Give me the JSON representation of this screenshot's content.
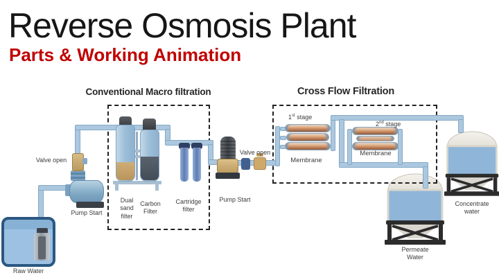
{
  "title": "Reverse Osmosis Plant",
  "subtitle": "Parts & Working Animation",
  "palette": {
    "accent_red": "#C00000",
    "pipe_blue": "#abc8e0",
    "water_blue": "#8fb6d8",
    "membrane_tan": "#cf9a76",
    "brass": "#c9a467",
    "tank_cream": "#e9e6df",
    "dash_black": "#222222"
  },
  "sections": {
    "macro": {
      "header": "Conventional Macro filtration"
    },
    "crossflow": {
      "header": "Cross Flow Filtration"
    }
  },
  "labels": {
    "valve_open_1": "Valve open",
    "pump_start_1": "Pump Start",
    "raw_water": "Raw Water",
    "dual_sand_filter": "Dual sand filter",
    "carbon_filter": "Carbon Filter",
    "cartridge_filter": "Cartridge filter",
    "pump_start_2": "Pump Start",
    "valve_open_2": "Valve open",
    "stage1": {
      "num": "1",
      "sup": "st",
      "rest": "stage"
    },
    "stage2": {
      "num": "2",
      "sup": "nd",
      "rest": "stage"
    },
    "membrane_stage1": "Membrane",
    "membrane_stage2": "Membrane",
    "permeate": "Permeate Water",
    "concentrate": "Concentrate water"
  }
}
